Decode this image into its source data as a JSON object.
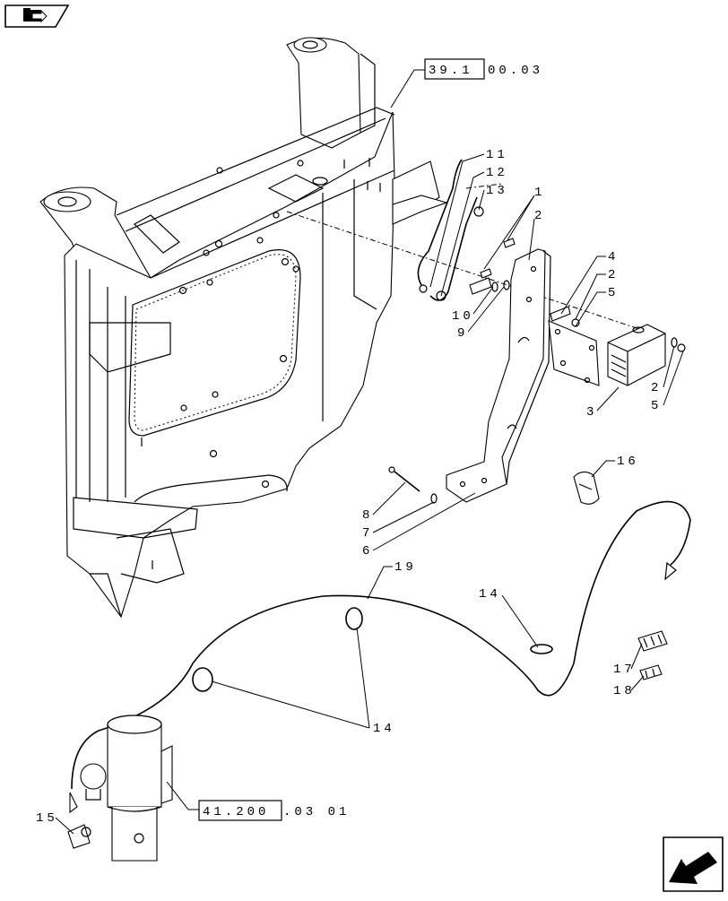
{
  "nav": {
    "top_icon": "folder-arrow-icon",
    "bottom_icon": "back-arrow-icon"
  },
  "references": {
    "ref_top_box": "39.1",
    "ref_top_rest": "00.03",
    "ref_bottom_box": "41.200",
    "ref_bottom_rest": ".03 01"
  },
  "callouts": {
    "c1": "1",
    "c2a": "2",
    "c2b": "2",
    "c2c": "2",
    "c3": "3",
    "c4": "4",
    "c5a": "5",
    "c5b": "5",
    "c6": "6",
    "c7": "7",
    "c8": "8",
    "c9": "9",
    "c10": "10",
    "c11": "11",
    "c12": "12",
    "c13": "13",
    "c14a": "14",
    "c14b": "14",
    "c15": "15",
    "c16": "16",
    "c17": "17",
    "c18": "18",
    "c19": "19"
  }
}
